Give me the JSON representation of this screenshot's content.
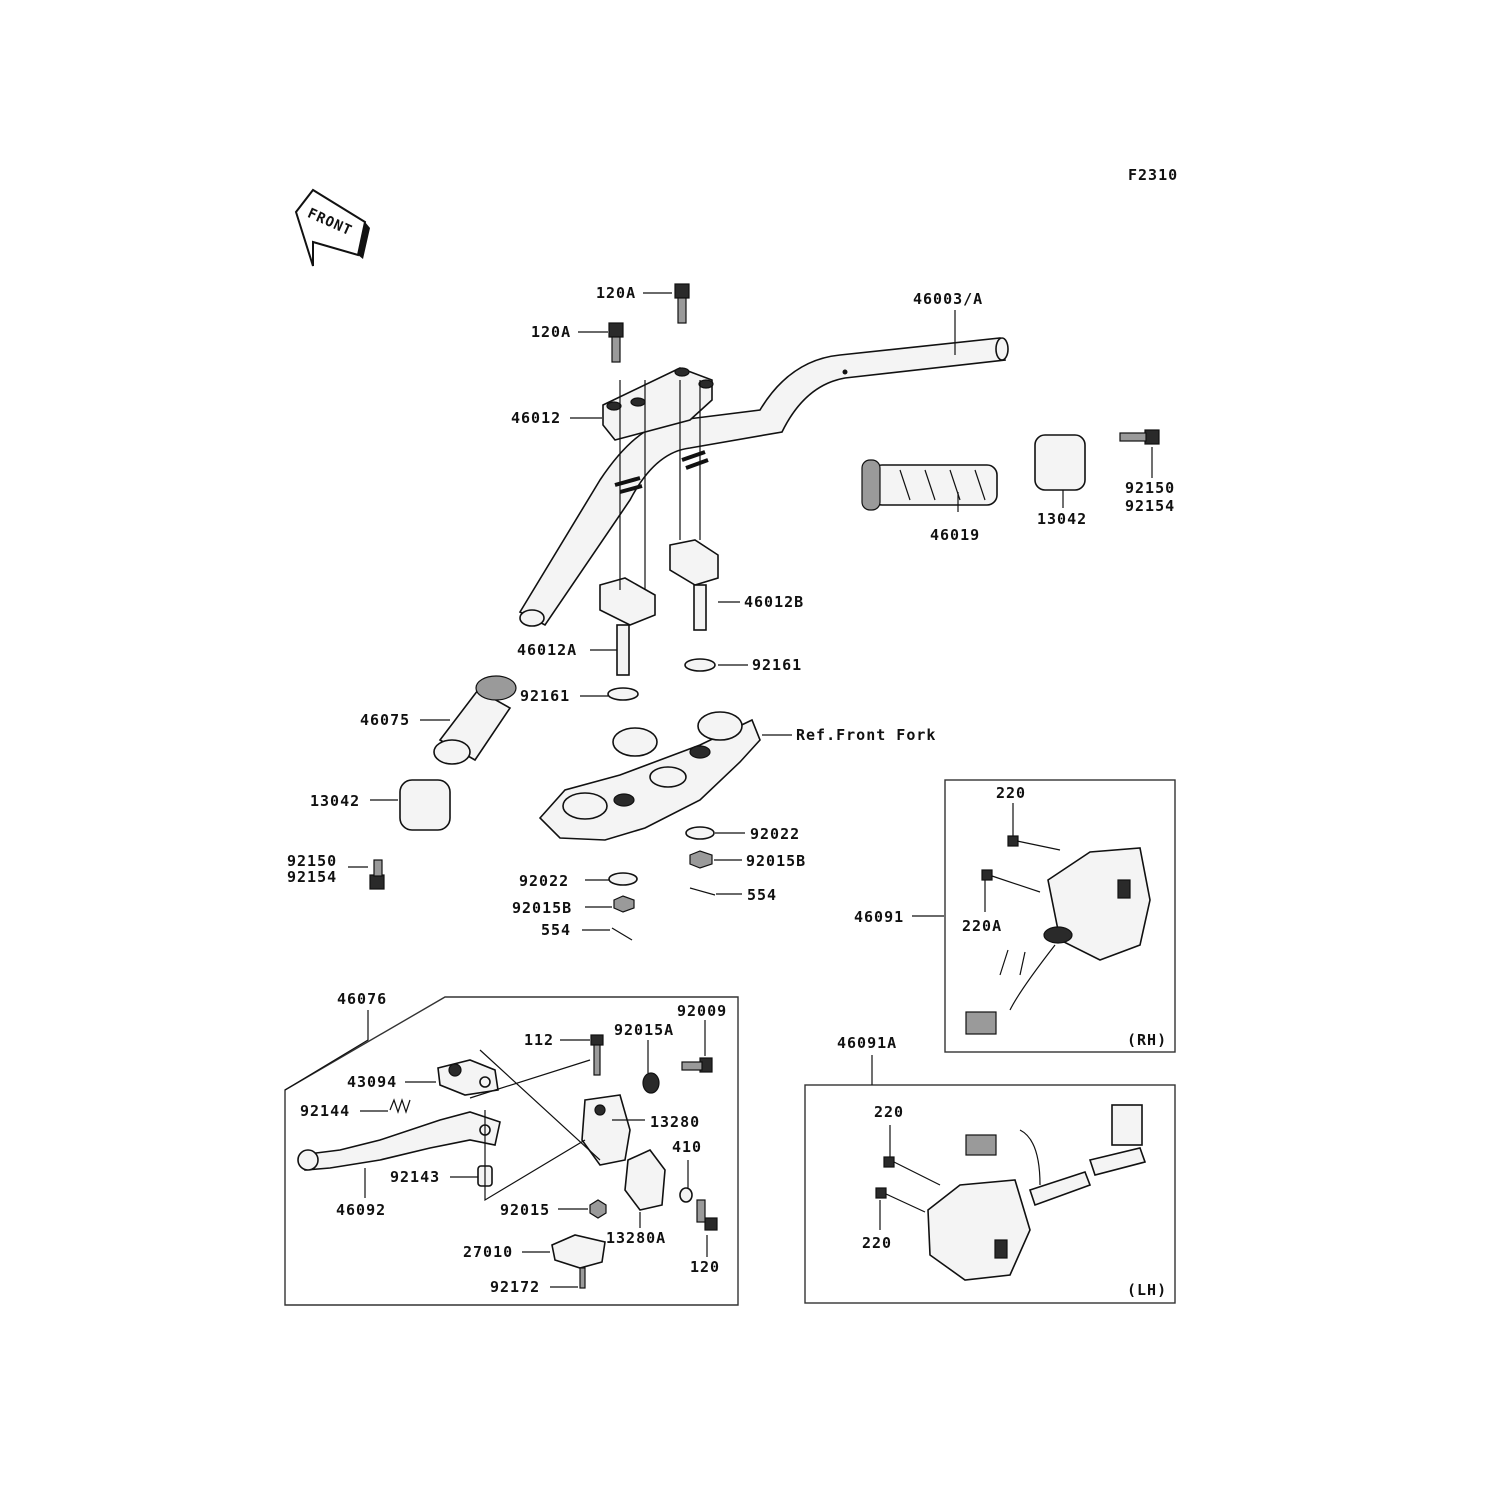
{
  "figure_code": "F2310",
  "front_label": "FRONT",
  "corner_labels": {
    "rh": "(RH)",
    "lh": "(LH)"
  },
  "callouts": {
    "c120a_top": "120A",
    "c120a_left": "120A",
    "c46003a": "46003/A",
    "c46012": "46012",
    "c46019": "46019",
    "c13042_right": "13042",
    "c92150_right": "92150",
    "c92154_right": "92154",
    "c46012b": "46012B",
    "c46012a": "46012A",
    "c92161_right": "92161",
    "c92161_left": "92161",
    "c46075": "46075",
    "ref_front_fork": "Ref.Front Fork",
    "c13042_left": "13042",
    "c92022_right": "92022",
    "c92015b_right": "92015B",
    "c92150_left": "92150",
    "c92154_left": "92154",
    "c92022_left": "92022",
    "c554_right": "554",
    "c92015b_left": "92015B",
    "c554_left": "554",
    "c220_rh": "220",
    "c46091": "46091",
    "c220a": "220A",
    "c46076": "46076",
    "c92009": "92009",
    "c112": "112",
    "c92015a": "92015A",
    "c43094": "43094",
    "c13280": "13280",
    "c92144": "92144",
    "c410": "410",
    "c92143": "92143",
    "c46092": "46092",
    "c92015": "92015",
    "c13280a": "13280A",
    "c120": "120",
    "c27010": "27010",
    "c92172": "92172",
    "c46091a": "46091A",
    "c220_lh_top": "220",
    "c220_lh_bottom": "220"
  }
}
